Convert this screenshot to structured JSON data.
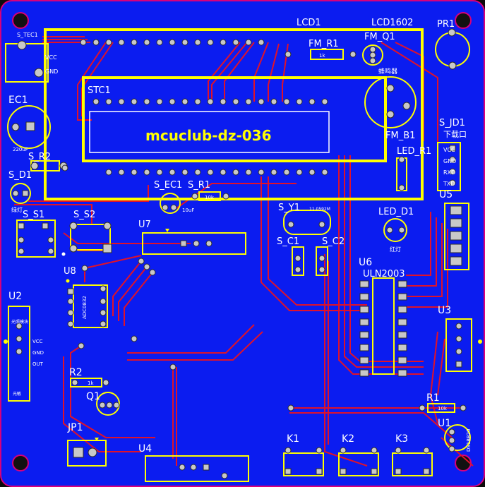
{
  "board": {
    "title_text": "mcuclub-dz-036",
    "colors": {
      "board": "#0b1cf0",
      "trace": "#e0122a",
      "silk": "#ffff00",
      "pad": "#c8c8c8",
      "edge": "#d8007c"
    }
  },
  "labels": {
    "lcd1": "LCD1",
    "lcd1602": "LCD1602",
    "pr1": "PR1",
    "s_tec1": "S_TEC1",
    "vcc": "VCC",
    "gnd": "GND",
    "fm_r1": "FM_R1",
    "fm_r1_val": "1k",
    "fm_q1": "FM_Q1",
    "ec1": "EC1",
    "ec1_val": "220uF",
    "stc1": "STC1",
    "buzzer": "蜂鸣器",
    "s_r2": "S_R2",
    "s_jd1": "S_JD1",
    "download": "下载口",
    "jd_vcc": "VCC",
    "jd_gnd": "GND",
    "jd_rxd": "RXD",
    "jd_txd": "TXD",
    "fm_b1": "FM_B1",
    "led_r1": "LED_R1",
    "s_d1": "S_D1",
    "s_d1_sub": "绿灯",
    "s_ec1": "S_EC1",
    "s_r1": "S_R1",
    "s_r1_val": "10k",
    "u5": "U5",
    "led_d1": "LED_D1",
    "led_d1_sub": "红灯",
    "s_s1": "S_S1",
    "s_s2": "S_S2",
    "u7": "U7",
    "s_ec1_val": "10uF",
    "s_y1": "S_Y1",
    "s_y1_val": "11.0592M",
    "s_c1": "S_C1",
    "s_c2": "S_C2",
    "u8": "U8",
    "u8_chip": "ADC0832",
    "u6": "U6",
    "uln2003": "ULN2003",
    "u2": "U2",
    "u2_top": "光照模块",
    "u2_vcc": "VCC",
    "u2_gnd": "GND",
    "u2_out": "OUT",
    "u2_bot": "光敏",
    "u3": "U3",
    "r2": "R2",
    "r2_val": "1k",
    "q1": "Q1",
    "r1": "R1",
    "r1_val": "10k",
    "u1": "U1",
    "u1_chip": "DS18B20",
    "jp1": "JP1",
    "u4": "U4",
    "k1": "K1",
    "k2": "K2",
    "k3": "K3"
  }
}
